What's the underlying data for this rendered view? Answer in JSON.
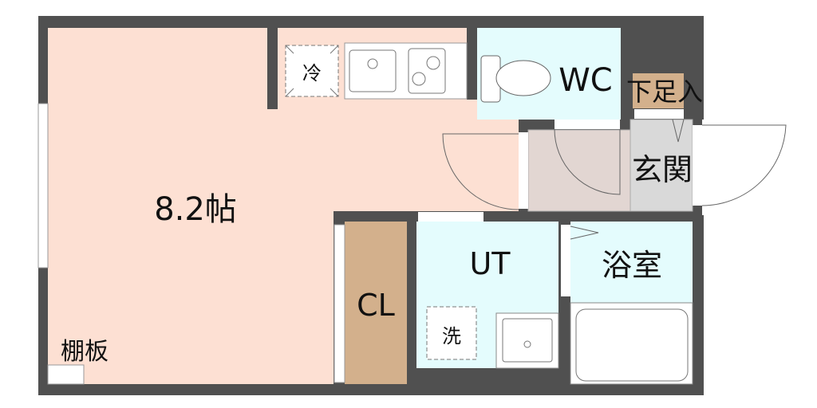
{
  "floorplan": {
    "rooms": {
      "main_room": "8.2帖",
      "wc": "WC",
      "ut": "UT",
      "bath": "浴室",
      "entrance": "玄関",
      "closet": "CL",
      "shoe_box": "下足入",
      "shelf": "棚板"
    },
    "fixtures": {
      "fridge": "冷",
      "washer": "洗"
    },
    "colors": {
      "wall": "#505050",
      "main_room": "#fde0d3",
      "wet_area": "#e4fcfd",
      "hallway": "#e2d6d2",
      "entrance": "#d9d9d9",
      "storage": "#d3b08c"
    }
  }
}
